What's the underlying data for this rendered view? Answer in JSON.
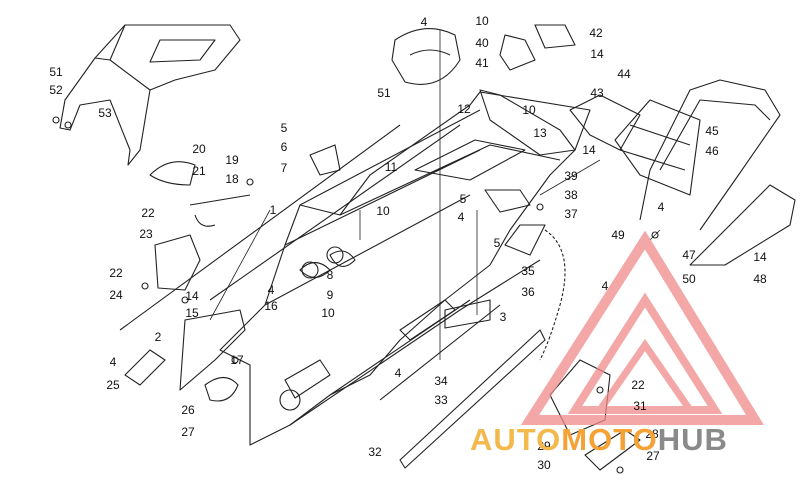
{
  "diagram": {
    "callouts": [
      {
        "id": "c1",
        "text": "1"
      },
      {
        "id": "c2",
        "text": "2"
      },
      {
        "id": "c3",
        "text": "3"
      },
      {
        "id": "c4a",
        "text": "4"
      },
      {
        "id": "c4b",
        "text": "4"
      },
      {
        "id": "c4c",
        "text": "4"
      },
      {
        "id": "c4d",
        "text": "4"
      },
      {
        "id": "c4e",
        "text": "4"
      },
      {
        "id": "c4f",
        "text": "4"
      },
      {
        "id": "c4g",
        "text": "4"
      },
      {
        "id": "c5a",
        "text": "5"
      },
      {
        "id": "c5b",
        "text": "5"
      },
      {
        "id": "c5c",
        "text": "5"
      },
      {
        "id": "c6",
        "text": "6"
      },
      {
        "id": "c7",
        "text": "7"
      },
      {
        "id": "c8",
        "text": "8"
      },
      {
        "id": "c9",
        "text": "9"
      },
      {
        "id": "c10a",
        "text": "10"
      },
      {
        "id": "c10b",
        "text": "10"
      },
      {
        "id": "c10c",
        "text": "10"
      },
      {
        "id": "c10d",
        "text": "10"
      },
      {
        "id": "c11",
        "text": "11"
      },
      {
        "id": "c12",
        "text": "12"
      },
      {
        "id": "c13",
        "text": "13"
      },
      {
        "id": "c14a",
        "text": "14"
      },
      {
        "id": "c14b",
        "text": "14"
      },
      {
        "id": "c14c",
        "text": "14"
      },
      {
        "id": "c14d",
        "text": "14"
      },
      {
        "id": "c15",
        "text": "15"
      },
      {
        "id": "c16",
        "text": "16"
      },
      {
        "id": "c17",
        "text": "17"
      },
      {
        "id": "c18",
        "text": "18"
      },
      {
        "id": "c19",
        "text": "19"
      },
      {
        "id": "c20",
        "text": "20"
      },
      {
        "id": "c21",
        "text": "21"
      },
      {
        "id": "c22a",
        "text": "22"
      },
      {
        "id": "c22b",
        "text": "22"
      },
      {
        "id": "c22c",
        "text": "22"
      },
      {
        "id": "c23",
        "text": "23"
      },
      {
        "id": "c24",
        "text": "24"
      },
      {
        "id": "c25",
        "text": "25"
      },
      {
        "id": "c26",
        "text": "26"
      },
      {
        "id": "c27a",
        "text": "27"
      },
      {
        "id": "c27b",
        "text": "27"
      },
      {
        "id": "c28",
        "text": "28"
      },
      {
        "id": "c29",
        "text": "29"
      },
      {
        "id": "c30",
        "text": "30"
      },
      {
        "id": "c31",
        "text": "31"
      },
      {
        "id": "c32",
        "text": "32"
      },
      {
        "id": "c33",
        "text": "33"
      },
      {
        "id": "c34",
        "text": "34"
      },
      {
        "id": "c35",
        "text": "35"
      },
      {
        "id": "c36",
        "text": "36"
      },
      {
        "id": "c37",
        "text": "37"
      },
      {
        "id": "c38",
        "text": "38"
      },
      {
        "id": "c39",
        "text": "39"
      },
      {
        "id": "c40",
        "text": "40"
      },
      {
        "id": "c41",
        "text": "41"
      },
      {
        "id": "c42",
        "text": "42"
      },
      {
        "id": "c43",
        "text": "43"
      },
      {
        "id": "c44",
        "text": "44"
      },
      {
        "id": "c45",
        "text": "45"
      },
      {
        "id": "c46",
        "text": "46"
      },
      {
        "id": "c47",
        "text": "47"
      },
      {
        "id": "c48",
        "text": "48"
      },
      {
        "id": "c49",
        "text": "49"
      },
      {
        "id": "c50",
        "text": "50"
      },
      {
        "id": "c51a",
        "text": "51"
      },
      {
        "id": "c51b",
        "text": "51"
      },
      {
        "id": "c52",
        "text": "52"
      },
      {
        "id": "c53",
        "text": "53"
      }
    ]
  },
  "watermark": {
    "part1": "AUTO",
    "part2": "MOTO",
    "part3": "HUB",
    "colors": {
      "logo": "#f08a8a",
      "part1": "#f4b94c",
      "part2": "#f4a235",
      "part3": "#8a8a8a"
    }
  }
}
